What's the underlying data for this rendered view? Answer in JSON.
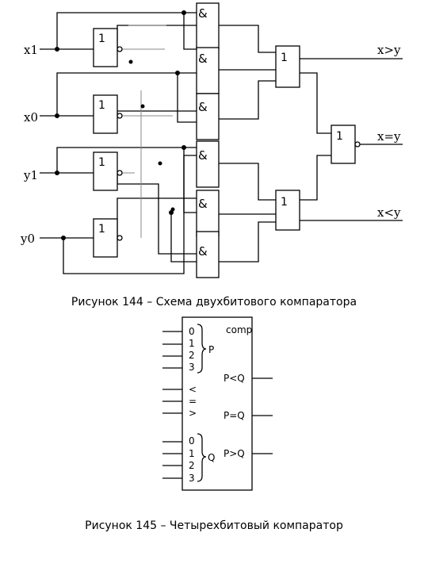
{
  "figure144": {
    "caption": "Рисунок 144 – Схема двухбитового компаратора",
    "inputs": [
      "x1",
      "x0",
      "y1",
      "y0"
    ],
    "outputs": [
      "x>y",
      "x=y",
      "x<y"
    ],
    "not_symbol": "1",
    "and_symbol": "&",
    "or_symbol": "1"
  },
  "figure145": {
    "caption": "Рисунок  145 – Четырехбитовый компаратор",
    "title": "comp",
    "p_label": "P",
    "q_label": "Q",
    "p_bits": [
      "0",
      "1",
      "2",
      "3"
    ],
    "q_bits": [
      "0",
      "1",
      "2",
      "3"
    ],
    "compare_inputs": [
      "<",
      "=",
      ">"
    ],
    "outputs": [
      "P<Q",
      "P=Q",
      "P>Q"
    ]
  }
}
